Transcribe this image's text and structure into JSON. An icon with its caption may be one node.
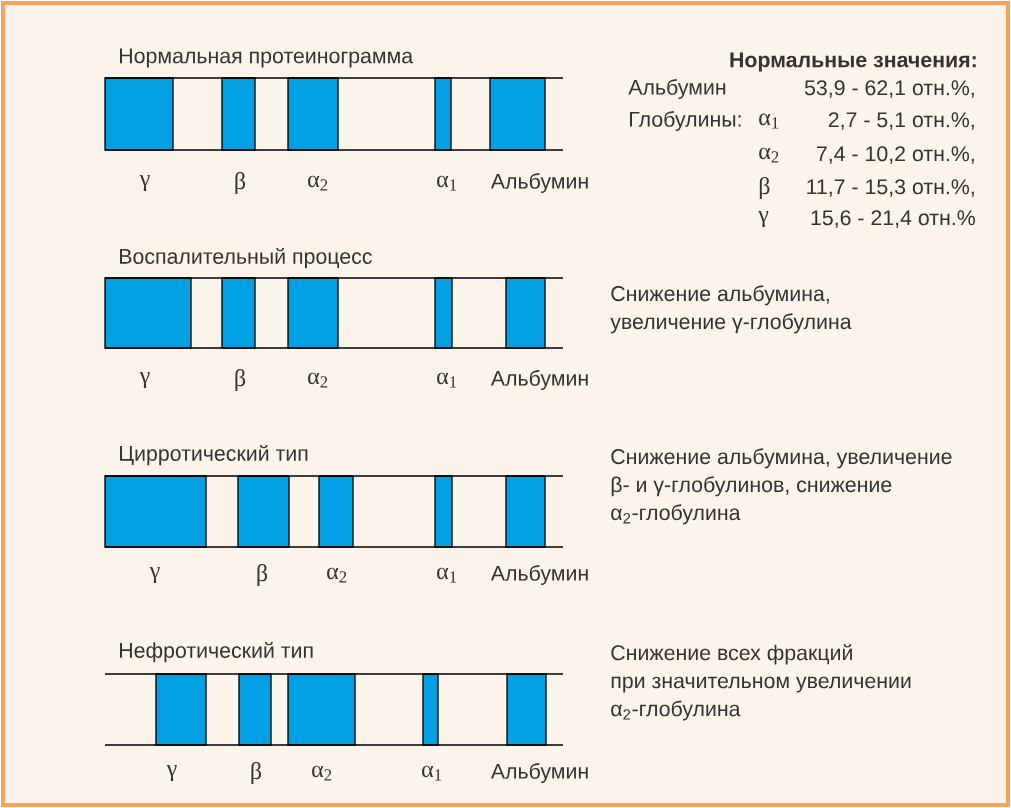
{
  "diagram": {
    "labels": [
      "Нормальная протеинограмма",
      "γ",
      "β",
      "α$_{2}$",
      "α$_{1}$",
      "Альбумин",
      "Нормальные значения:",
      "Альбумин",
      "53,9 - 62,1 отн.%,",
      "Глобулины:",
      "α$_{1}$",
      "2,7 - 5,1 отн.%,",
      "α$_{2}$",
      "7,4 - 10,2 отн.%,",
      "β",
      "11,7 - 15,3 отн.%,",
      "γ",
      "15,6 - 21,4 отн.%",
      "Воспалительный процесс",
      "Снижение альбумина, увеличение γ-глобулина",
      "γ",
      "β",
      "α$_{2}$",
      "α$_{1}$",
      "Альбумин",
      "Цирротический тип",
      "Снижение альбумина, увеличение β- и γ-глобулинов, снижение α$_{2}$-глобулина",
      "γ",
      "β",
      "α$_{2}$",
      "α$_{1}$",
      "Альбумин",
      "Нефротический тип",
      "Снижение всех фракций при значительном увеличении α$_{2}$-глобулина",
      "γ",
      "β",
      "α$_{2}$",
      "α$_{1}$",
      "Альбумин"
    ]
  }
}
